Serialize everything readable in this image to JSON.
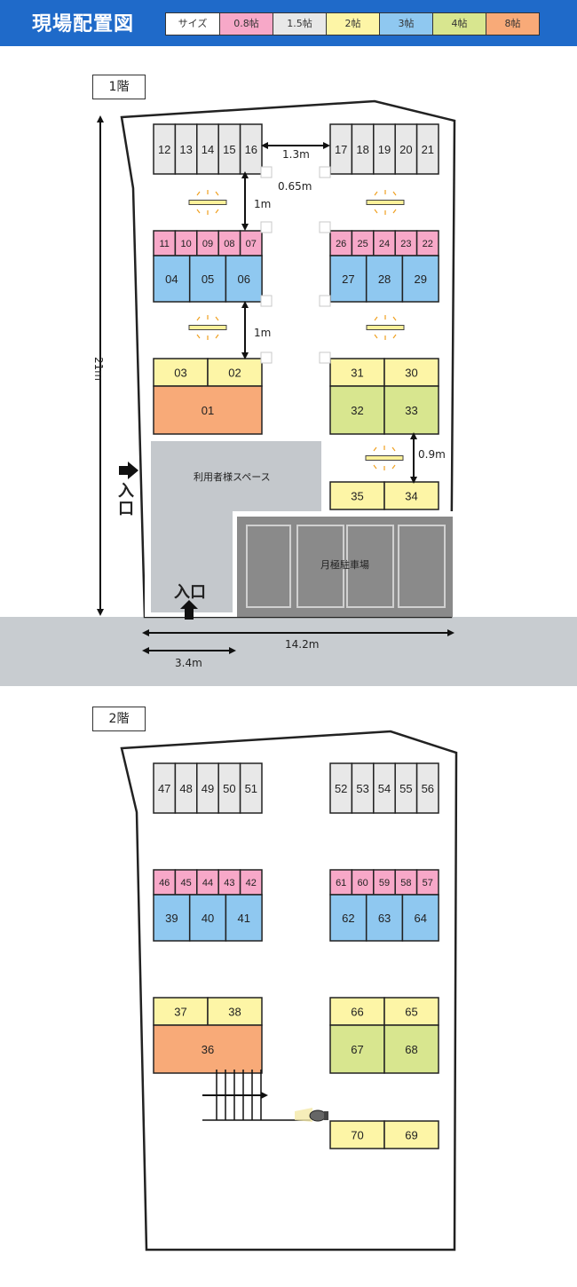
{
  "title": "現場配置図",
  "legend": [
    {
      "label": "サイズ",
      "color": "#ffffff"
    },
    {
      "label": "0.8帖",
      "color": "#f7a8c8"
    },
    {
      "label": "1.5帖",
      "color": "#e8e8e8"
    },
    {
      "label": "2帖",
      "color": "#fdf5a6"
    },
    {
      "label": "3帖",
      "color": "#8fc8f0"
    },
    {
      "label": "4帖",
      "color": "#d8e68f"
    },
    {
      "label": "8帖",
      "color": "#f8aa78"
    }
  ],
  "colors": {
    "s08": "#f7a8c8",
    "s15": "#e8e8e8",
    "s2": "#fdf5a6",
    "s3": "#8fc8f0",
    "s4": "#d8e68f",
    "s8": "#f8aa78",
    "header": "#1f6ac9",
    "road": "#c8ccd0",
    "user_space": "#c4c8cc",
    "parking": "#8a8a8a"
  },
  "floor1": {
    "label": "1階",
    "dims": {
      "height": "21m",
      "width": "14.2m",
      "entrance_width": "3.4m",
      "aisle_top": "1.3m",
      "aisle_top_sub": "0.65m",
      "gap_1": "1m",
      "gap_2": "1m",
      "gap_right": "0.9m"
    },
    "entrance_side": "入口",
    "entrance_bottom": "入口",
    "user_space": "利用者様スペース",
    "parking": "月極駐車場",
    "units": [
      {
        "id": "12",
        "size": "s15"
      },
      {
        "id": "13",
        "size": "s15"
      },
      {
        "id": "14",
        "size": "s15"
      },
      {
        "id": "15",
        "size": "s15"
      },
      {
        "id": "16",
        "size": "s15"
      },
      {
        "id": "17",
        "size": "s15"
      },
      {
        "id": "18",
        "size": "s15"
      },
      {
        "id": "19",
        "size": "s15"
      },
      {
        "id": "20",
        "size": "s15"
      },
      {
        "id": "21",
        "size": "s15"
      },
      {
        "id": "11",
        "size": "s08"
      },
      {
        "id": "10",
        "size": "s08"
      },
      {
        "id": "09",
        "size": "s08"
      },
      {
        "id": "08",
        "size": "s08"
      },
      {
        "id": "07",
        "size": "s08"
      },
      {
        "id": "04",
        "size": "s3"
      },
      {
        "id": "05",
        "size": "s3"
      },
      {
        "id": "06",
        "size": "s3"
      },
      {
        "id": "26",
        "size": "s08"
      },
      {
        "id": "25",
        "size": "s08"
      },
      {
        "id": "24",
        "size": "s08"
      },
      {
        "id": "23",
        "size": "s08"
      },
      {
        "id": "22",
        "size": "s08"
      },
      {
        "id": "27",
        "size": "s3"
      },
      {
        "id": "28",
        "size": "s3"
      },
      {
        "id": "29",
        "size": "s3"
      },
      {
        "id": "03",
        "size": "s2"
      },
      {
        "id": "02",
        "size": "s2"
      },
      {
        "id": "01",
        "size": "s8"
      },
      {
        "id": "31",
        "size": "s2"
      },
      {
        "id": "30",
        "size": "s2"
      },
      {
        "id": "32",
        "size": "s4"
      },
      {
        "id": "33",
        "size": "s4"
      },
      {
        "id": "35",
        "size": "s2"
      },
      {
        "id": "34",
        "size": "s2"
      }
    ]
  },
  "floor2": {
    "label": "2階",
    "units": [
      {
        "id": "47",
        "size": "s15"
      },
      {
        "id": "48",
        "size": "s15"
      },
      {
        "id": "49",
        "size": "s15"
      },
      {
        "id": "50",
        "size": "s15"
      },
      {
        "id": "51",
        "size": "s15"
      },
      {
        "id": "52",
        "size": "s15"
      },
      {
        "id": "53",
        "size": "s15"
      },
      {
        "id": "54",
        "size": "s15"
      },
      {
        "id": "55",
        "size": "s15"
      },
      {
        "id": "56",
        "size": "s15"
      },
      {
        "id": "46",
        "size": "s08"
      },
      {
        "id": "45",
        "size": "s08"
      },
      {
        "id": "44",
        "size": "s08"
      },
      {
        "id": "43",
        "size": "s08"
      },
      {
        "id": "42",
        "size": "s08"
      },
      {
        "id": "39",
        "size": "s3"
      },
      {
        "id": "40",
        "size": "s3"
      },
      {
        "id": "41",
        "size": "s3"
      },
      {
        "id": "61",
        "size": "s08"
      },
      {
        "id": "60",
        "size": "s08"
      },
      {
        "id": "59",
        "size": "s08"
      },
      {
        "id": "58",
        "size": "s08"
      },
      {
        "id": "57",
        "size": "s08"
      },
      {
        "id": "62",
        "size": "s3"
      },
      {
        "id": "63",
        "size": "s3"
      },
      {
        "id": "64",
        "size": "s3"
      },
      {
        "id": "37",
        "size": "s2"
      },
      {
        "id": "38",
        "size": "s2"
      },
      {
        "id": "36",
        "size": "s8"
      },
      {
        "id": "66",
        "size": "s2"
      },
      {
        "id": "65",
        "size": "s2"
      },
      {
        "id": "67",
        "size": "s4"
      },
      {
        "id": "68",
        "size": "s4"
      },
      {
        "id": "70",
        "size": "s2"
      },
      {
        "id": "69",
        "size": "s2"
      }
    ]
  }
}
